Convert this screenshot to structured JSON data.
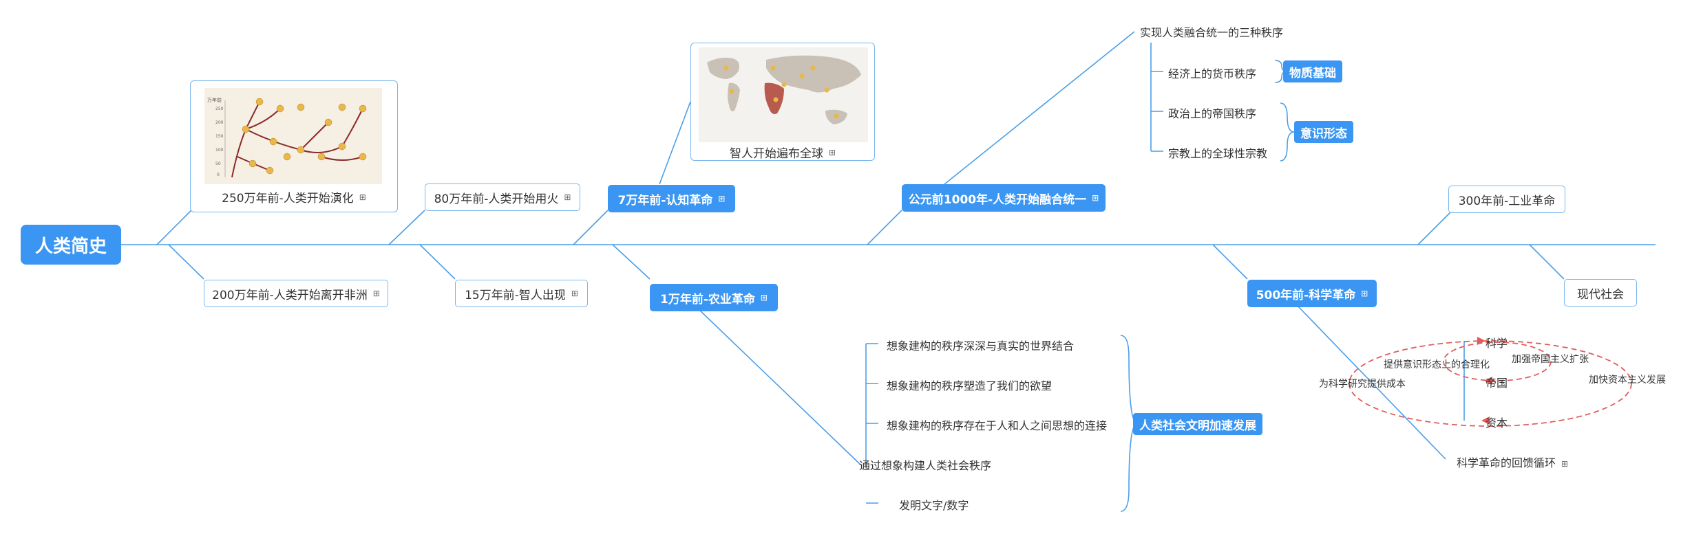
{
  "root": {
    "label": "人类简史"
  },
  "timeline": {
    "n250": "250万年前-人类开始演化",
    "n200": "200万年前-人类开始离开非洲",
    "n80": "80万年前-人类开始用火",
    "n15": "15万年前-智人出现",
    "n7": "7万年前-认知革命",
    "n1w": "1万年前-农业革命",
    "n1000": "公元前1000年-人类开始融合统一",
    "n500": "500年前-科学革命",
    "n300": "300年前-工业革命",
    "modern": "现代社会"
  },
  "note_icon": "⊞",
  "world_map": {
    "caption": "智人开始遍布全球"
  },
  "unity": {
    "title": "实现人类融合统一的三种秩序",
    "money": "经济上的货币秩序",
    "empire": "政治上的帝国秩序",
    "religion": "宗教上的全球性宗教",
    "tag_material": "物质基础",
    "tag_ideology": "意识形态"
  },
  "agri": {
    "i1": "想象建构的秩序深深与真实的世界结合",
    "i2": "想象建构的秩序塑造了我们的欲望",
    "i3": "想象建构的秩序存在于人和人之间思想的连接",
    "i4": "通过想象构建人类社会秩序",
    "i5": "发明文字/数字",
    "tag": "人类社会文明加速发展"
  },
  "science": {
    "science": "科学",
    "empire": "帝国",
    "capital": "资本",
    "l1": "提供意识形态上的合理化",
    "l2": "加强帝国主义扩张",
    "l3": "为科学研究提供成本",
    "l4": "加快资本主义发展",
    "cycle": "科学革命的回馈循环"
  },
  "evo_chart": {
    "ylabel": "万年前",
    "yticks": [
      "250",
      "200",
      "150",
      "100",
      "50",
      "0"
    ]
  },
  "colors": {
    "accent": "#3a96f2",
    "line": "#4a9ee8",
    "cycle": "#e25c5c"
  }
}
